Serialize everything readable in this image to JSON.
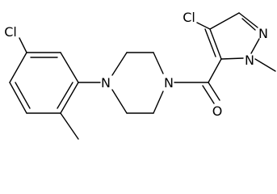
{
  "molecule": {
    "labels": {
      "aryl_chlorine": "Cl",
      "pyrazole_chlorine": "Cl",
      "piperazine_n_left": "N",
      "piperazine_n_right": "N",
      "carbonyl_oxygen": "O",
      "pyrazole_n1": "N",
      "pyrazole_n2": "N"
    },
    "colors": {
      "bond": "#000000",
      "label": "#000000",
      "background": "#ffffff"
    }
  }
}
